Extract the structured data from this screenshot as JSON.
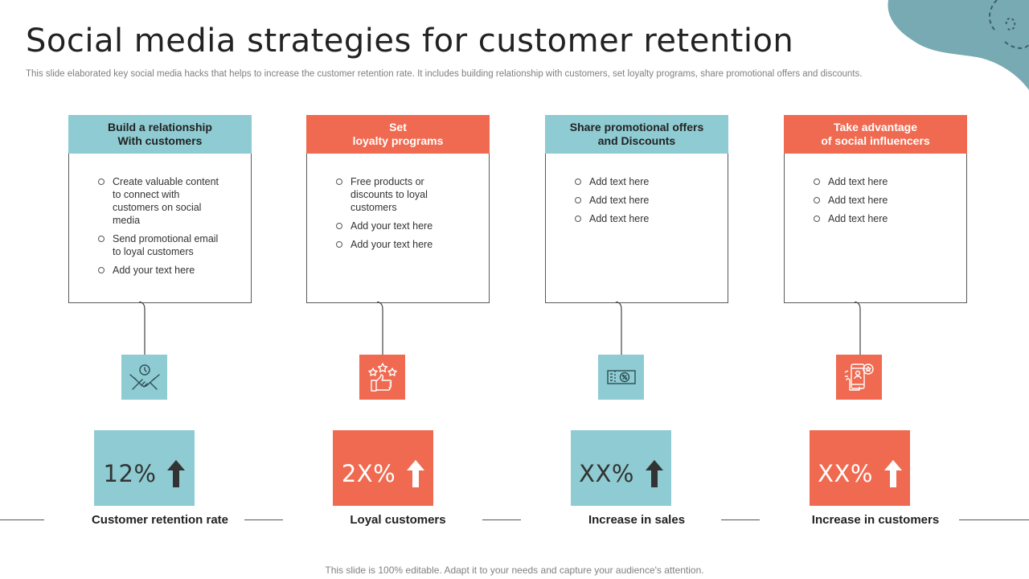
{
  "slide": {
    "title": "Social media strategies for customer retention",
    "subtitle": "This slide elaborated key social media hacks that helps to increase the customer retention rate. It includes building relationship with customers, set loyalty programs, share promotional offers and discounts.",
    "footer": "This slide is 100% editable. Adapt it to your needs and capture your audience's attention."
  },
  "colors": {
    "teal": "#8ecbd2",
    "coral": "#ef6a50",
    "dark_arrow": "#333333"
  },
  "columns": [
    {
      "theme": "teal",
      "header": "Build a relationship\nWith customers",
      "bullets": [
        "Create valuable  content to connect with customers on social media",
        "Send promotional email to loyal customers",
        "Add your text here"
      ],
      "icon": "handshake-icon",
      "kpi_value": "12%",
      "kpi_label": "Customer retention rate"
    },
    {
      "theme": "coral",
      "header": "Set\nloyalty programs",
      "bullets": [
        "Free products or discounts to loyal customers",
        "Add your text here",
        "Add your text here"
      ],
      "icon": "thumbs-up-stars-icon",
      "kpi_value": "2X%",
      "kpi_label": "Loyal customers"
    },
    {
      "theme": "teal",
      "header": "Share promotional offers\nand Discounts",
      "bullets": [
        "Add text here",
        "Add text here",
        "Add text here"
      ],
      "icon": "discount-coupon-icon",
      "kpi_value": "XX%",
      "kpi_label": "Increase in sales"
    },
    {
      "theme": "coral",
      "header": "Take advantage\nof social influencers",
      "bullets": [
        "Add text here",
        "Add text here",
        "Add text here"
      ],
      "icon": "influencer-phone-icon",
      "kpi_value": "XX%",
      "kpi_label": "Increase in customers"
    }
  ]
}
